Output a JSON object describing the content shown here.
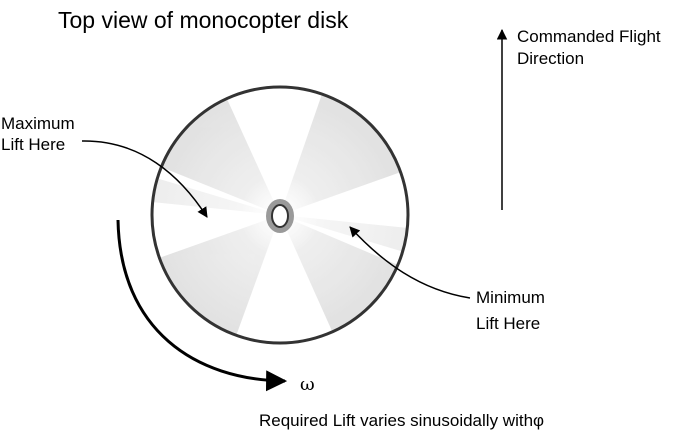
{
  "title": "Top view of monocopter disk",
  "maximum_label": [
    "Maximum",
    "Lift Here"
  ],
  "minimum_label": [
    "Minimum",
    "Lift Here"
  ],
  "direction_label": [
    "Commanded Flight",
    "Direction"
  ],
  "rotation_symbol": "ω",
  "footnote": "Required Lift varies sinusoidally withφ",
  "colors": {
    "ink": "#000000",
    "disk_rim": "#333333",
    "shading": "#c8c8c8",
    "background": "#ffffff"
  }
}
